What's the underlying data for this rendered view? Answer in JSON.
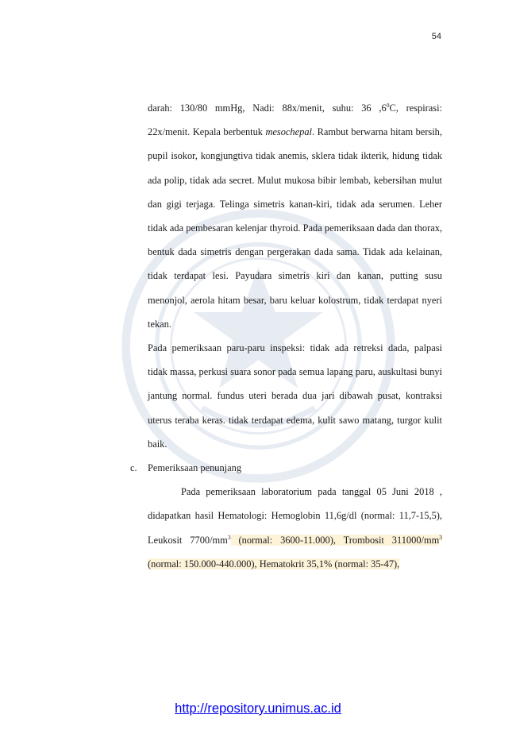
{
  "page_number": "54",
  "footer": {
    "link_text": "http://repository.unimus.ac.id"
  },
  "paragraph_1": {
    "part1": "darah: 130/80 mmHg, Nadi: 88x/menit, suhu: 36 ,6",
    "sup_degree": "0",
    "part2": "C, respirasi: 22x/menit. Kepala berbentuk ",
    "italic_term": "mesochepal",
    "part3": ". Rambut berwarna hitam bersih, pupil isokor, kongjungtiva tidak anemis, sklera tidak ikterik, hidung tidak ada polip, tidak ada secret. Mulut mukosa bibir lembab, kebersihan mulut dan gigi terjaga. Telinga simetris kanan-kiri, tidak ada serumen. Leher tidak ada pembesaran kelenjar thyroid. Pada pemeriksaan dada dan thorax, bentuk dada simetris dengan pergerakan dada sama. Tidak ada kelainan, tidak terdapat lesi. Payudara simetris kiri dan kanan, putting susu menonjol, aerola hitam besar, baru keluar kolostrum, tidak terdapat nyeri tekan."
  },
  "paragraph_2": "Pada pemeriksaan paru-paru inspeksi: tidak ada retreksi dada, palpasi tidak massa, perkusi suara sonor pada semua lapang paru, auskultasi bunyi jantung normal. fundus uteri berada dua jari dibawah  pusat, kontraksi uterus teraba keras. tidak terdapat edema, kulit sawo matang, turgor kulit baik.",
  "section_c": {
    "marker": "c.",
    "title": "Pemeriksaan penunjang"
  },
  "paragraph_3": {
    "part1": "Pada pemeriksaan laboratorium pada tanggal 05 Juni 2018 , didapatkan hasil Hematologi: Hemoglobin 11,6g/dl (normal: 11,7-15,5), Leukosit 7700/mm",
    "sup1": "3",
    "part2": " (normal: 3600-11.000), Trombosit 311000/mm",
    "sup2": "3",
    "part3": " (normal: 150.000-440.000), Hematokrit 35,1% (normal: 35-47),"
  },
  "colors": {
    "text": "#1a1a1a",
    "link": "#0000ee",
    "highlight": "#fdf3d9",
    "watermark": "#1d4f91"
  }
}
